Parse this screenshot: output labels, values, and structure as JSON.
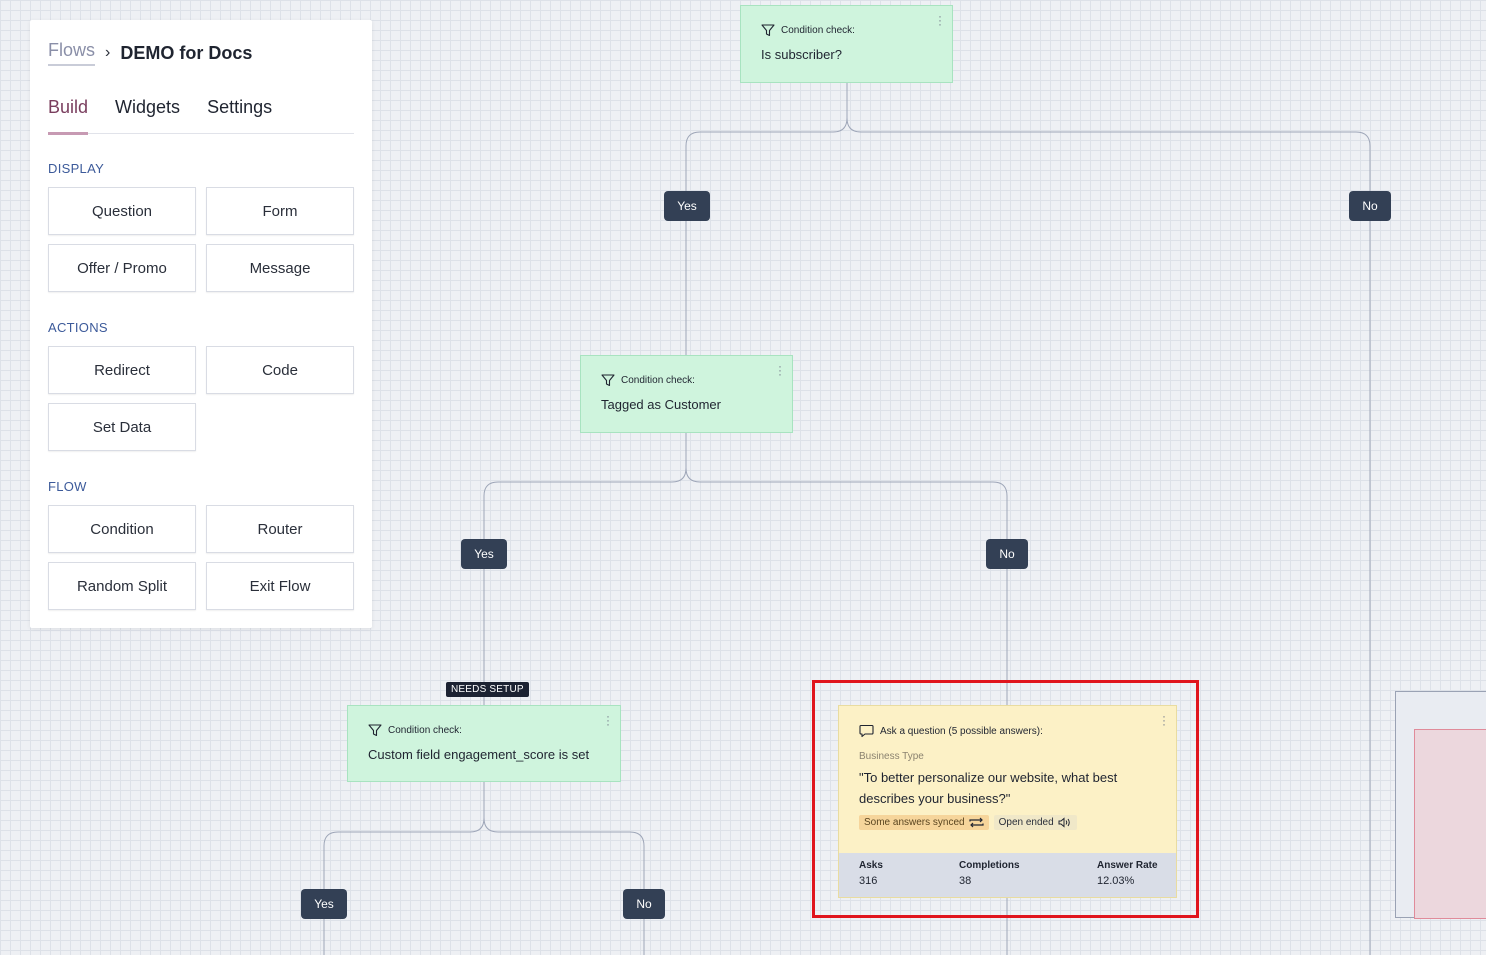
{
  "breadcrumb": {
    "link": "Flows",
    "separator": "›",
    "current": "DEMO for Docs"
  },
  "tabs": [
    {
      "label": "Build",
      "active": true
    },
    {
      "label": "Widgets",
      "active": false
    },
    {
      "label": "Settings",
      "active": false
    }
  ],
  "sections": {
    "display": {
      "label": "DISPLAY",
      "buttons": [
        "Question",
        "Form",
        "Offer / Promo",
        "Message"
      ]
    },
    "actions": {
      "label": "ACTIONS",
      "buttons": [
        "Redirect",
        "Code",
        "Set Data"
      ]
    },
    "flow": {
      "label": "FLOW",
      "buttons": [
        "Condition",
        "Router",
        "Random Split",
        "Exit Flow"
      ]
    }
  },
  "nodes": {
    "cond_subscriber": {
      "head": "Condition check:",
      "body": "Is subscriber?"
    },
    "cond_customer": {
      "head": "Condition check:",
      "body": "Tagged as Customer"
    },
    "cond_engagement": {
      "head": "Condition check:",
      "body": "Custom field engagement_score is set",
      "badge": "NEEDS SETUP"
    },
    "question": {
      "head": "Ask a question (5 possible answers):",
      "category": "Business Type",
      "text": "\"To better personalize our website, what best describes your business?\"",
      "tag_synced": "Some answers synced",
      "tag_open": "Open ended",
      "stats": {
        "asks_label": "Asks",
        "asks_value": "316",
        "completions_label": "Completions",
        "completions_value": "38",
        "rate_label": "Answer Rate",
        "rate_value": "12.03%"
      }
    }
  },
  "branches": {
    "yes": "Yes",
    "no": "No"
  },
  "colors": {
    "condition_bg": "#cff4dd",
    "question_bg": "#fcf1c6",
    "pill_bg": "#334055",
    "highlight": "#e0141c",
    "active_tab": "#7a3e5e"
  }
}
